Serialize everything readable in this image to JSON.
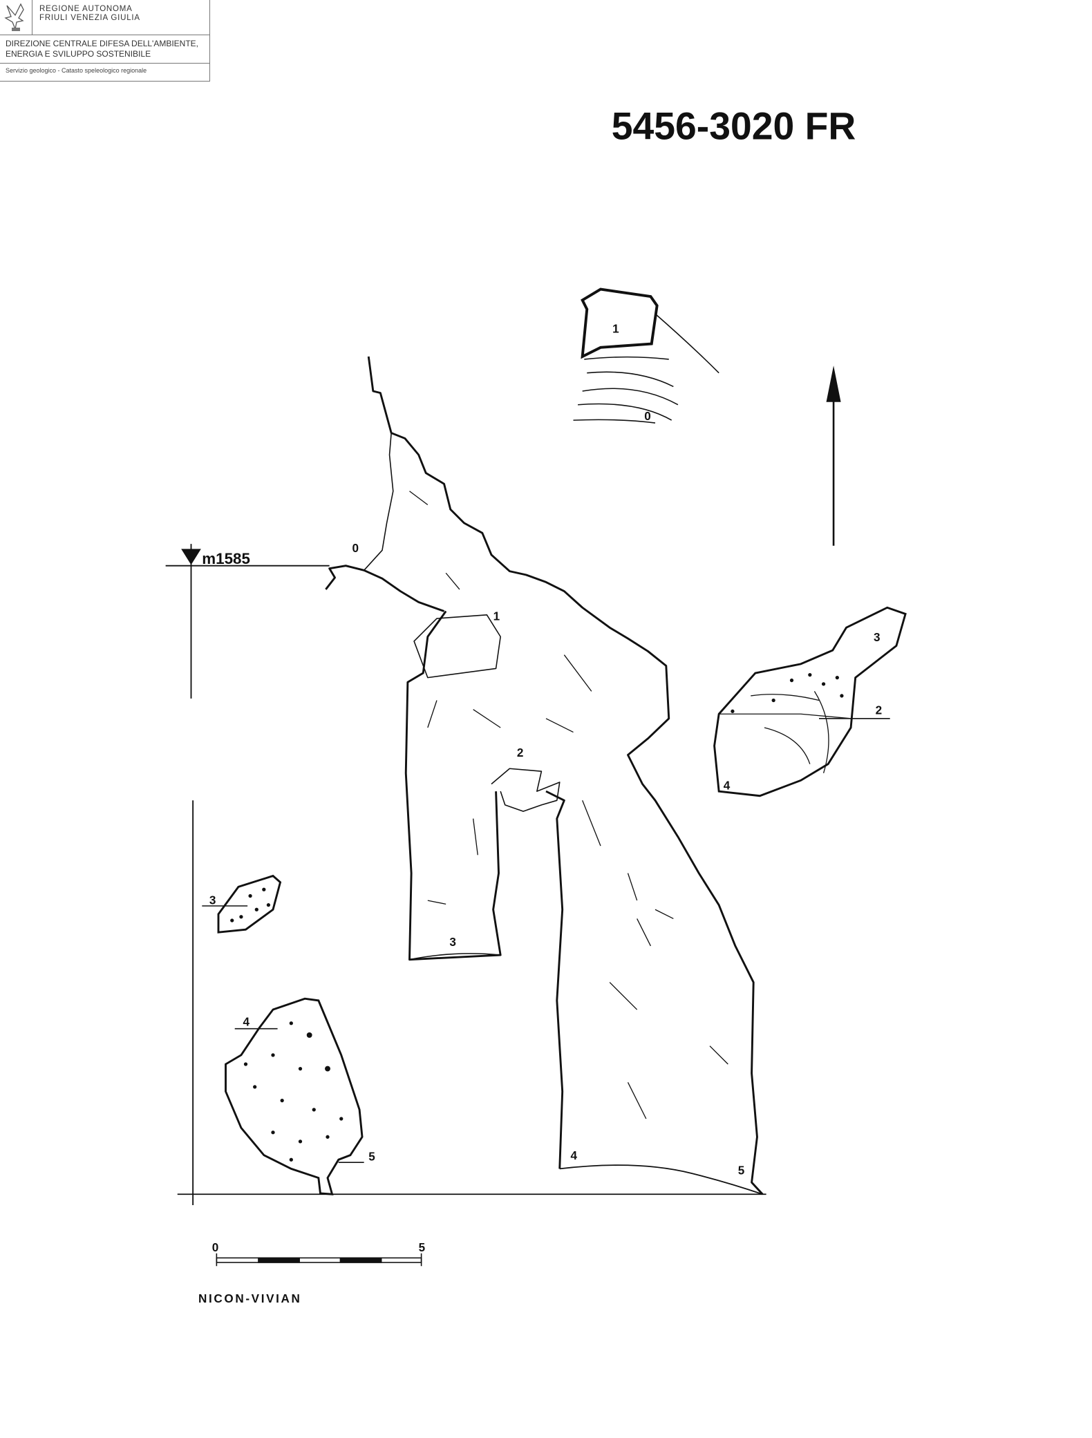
{
  "header": {
    "region_line1": "REGIONE AUTONOMA",
    "region_line2": "FRIULI VENEZIA GIULIA",
    "directorate_line1": "DIREZIONE CENTRALE DIFESA DELL'AMBIENTE,",
    "directorate_line2": "ENERGIA E SVILUPPO SOSTENIBILE",
    "service": "Servizio geologico - Catasto speleologico regionale",
    "logo_icon": "eagle-icon"
  },
  "title": "5456-3020 FR",
  "datum": "m1585",
  "plan_labels": {
    "p0": "0",
    "p1": "1",
    "p2": "2",
    "p3": "3",
    "p4": "4",
    "p5": "5"
  },
  "section_top": {
    "a": "1",
    "b": "0"
  },
  "section_right": {
    "a": "3",
    "b": "2",
    "c": "4"
  },
  "section_left_labels": {
    "a": "3",
    "b": "4",
    "c": "5"
  },
  "scale": {
    "start": "0",
    "end": "5"
  },
  "author": "NICON-VIVIAN"
}
